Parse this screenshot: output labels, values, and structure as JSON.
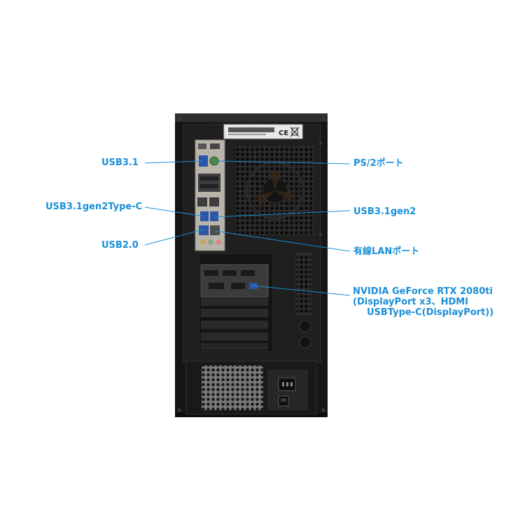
{
  "labels": {
    "usb31": "USB3.1",
    "ps2": "PS/2ポート",
    "usb31gen2typec": "USB3.1gen2Type-C",
    "usb31gen2": "USB3.1gen2",
    "usb20": "USB2.0",
    "lan": "有線LANポート",
    "gpu_line1": "NVIDIA GeForce RTX 2080ti",
    "gpu_line2": "(DisplayPort x3、HDMI",
    "gpu_line3": "USBType-C(DisplayPort))"
  },
  "colors": {
    "label": "#1a8fd6",
    "case": "#1c1c1c",
    "background": "#ffffff"
  },
  "sticker_text": "",
  "icons": [
    "ce-mark-icon",
    "weee-bin-icon",
    "power-socket-icon",
    "power-switch-icon"
  ]
}
